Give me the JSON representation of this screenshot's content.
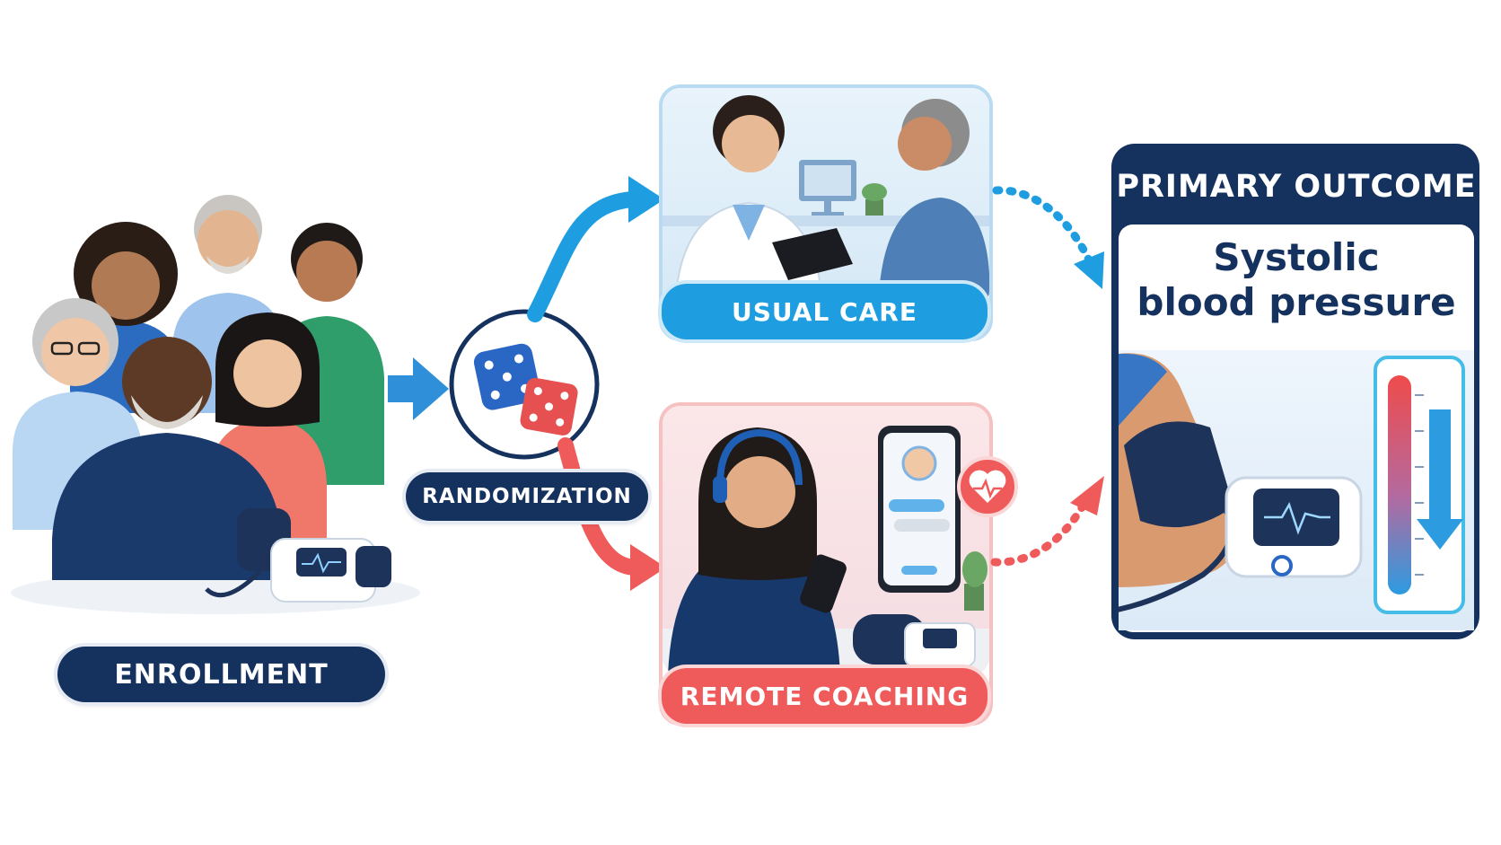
{
  "enrollment": {
    "label": "ENROLLMENT"
  },
  "randomization": {
    "label": "RANDOMIZATION"
  },
  "arms": {
    "usual_care": {
      "label": "USUAL CARE"
    },
    "remote_coaching": {
      "label": "REMOTE COACHING"
    }
  },
  "outcome": {
    "header": "PRIMARY OUTCOME",
    "measure_line1": "Systolic",
    "measure_line2": "blood pressure"
  },
  "icons": {
    "enrollment_image": "group-of-patients-with-bp-monitor",
    "randomization_icon": "dice-icon",
    "usual_care_image": "doctor-consulting-patient",
    "remote_coaching_image": "coach-with-headset-and-phone",
    "outcome_image": "bp-cuff-and-decreasing-gauge",
    "heart_icon": "heart-pulse-icon"
  },
  "colors": {
    "navy": "#15325f",
    "blue": "#1e9ee0",
    "red": "#ef5a5a",
    "green": "#2f9e6b"
  }
}
